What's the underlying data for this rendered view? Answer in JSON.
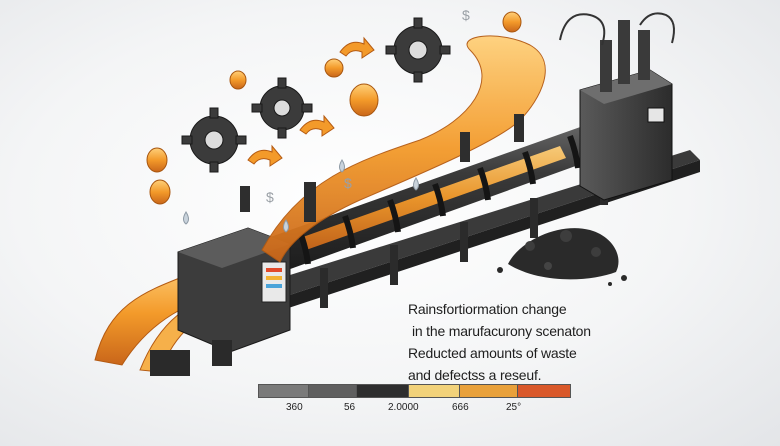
{
  "caption": {
    "line1": "Rainsfortiormation change",
    "line2": "in the marufacurony scenaton",
    "line3": "Reducted amounts  of waste",
    "line4": "and defectss a reseuf."
  },
  "scale": {
    "segments": [
      {
        "color": "#7a7a7a"
      },
      {
        "color": "#5f5f5f"
      },
      {
        "color": "#2e2e2e"
      },
      {
        "color": "#f2d27a"
      },
      {
        "color": "#e9a13b"
      },
      {
        "color": "#d9582a"
      }
    ],
    "ticks": [
      "360",
      "56",
      "2.0000",
      "666",
      "25°"
    ]
  },
  "illustration": {
    "icons": [
      "gear-icon",
      "dollar-sign-icon",
      "arrow-icon",
      "coil-icon",
      "droplet-icon"
    ]
  }
}
